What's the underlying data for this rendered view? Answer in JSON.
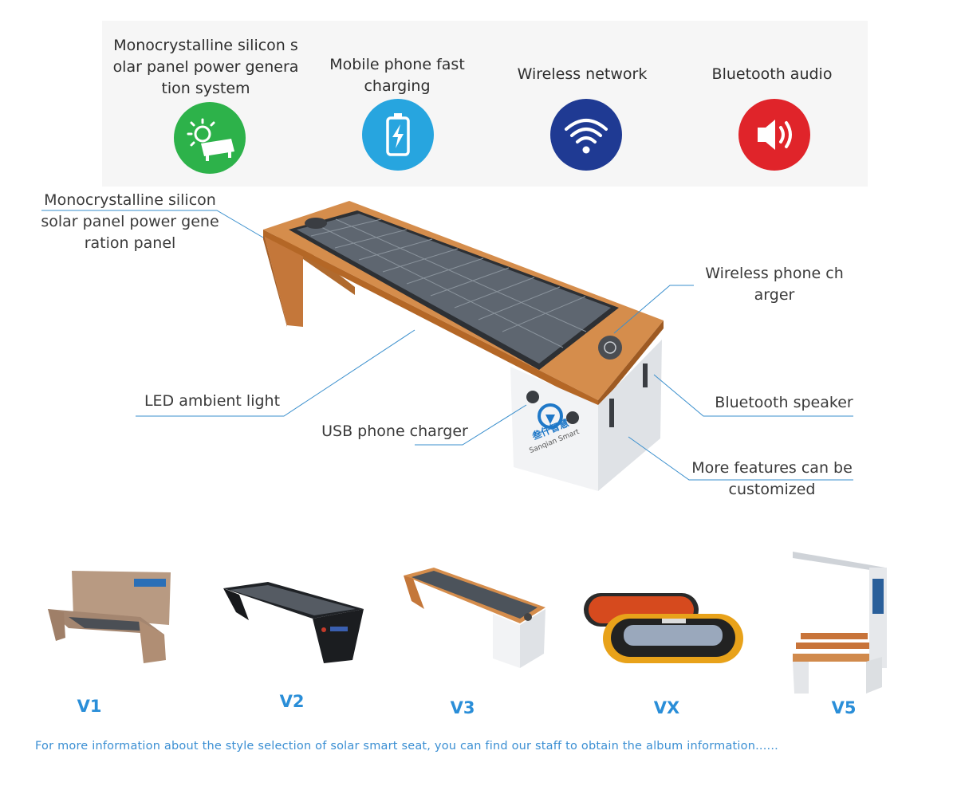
{
  "features": [
    {
      "title": "Monocrystalline silicon s olar panel power genera tion system",
      "icon": "solar-panel-icon",
      "color": "#2db24a"
    },
    {
      "title": "Mobile phone fast charging",
      "icon": "battery-charging-icon",
      "color": "#27a5df"
    },
    {
      "title": "Wireless network",
      "icon": "wifi-icon",
      "color": "#1f3a93"
    },
    {
      "title": "Bluetooth audio",
      "icon": "speaker-icon",
      "color": "#e0242a"
    }
  ],
  "callouts": {
    "solar_panel": "Monocrystalline silicon solar panel power gene ration panel",
    "wireless_charger": "Wireless phone ch arger",
    "led_light": "LED ambient light",
    "usb_charger": "USB phone charger",
    "bluetooth_speaker": "Bluetooth speaker",
    "more_features": "More features can be customized"
  },
  "brand": {
    "name_cn": "叁仟智慧",
    "name_en": "Sanqian Smart"
  },
  "variants": [
    {
      "label": "V1"
    },
    {
      "label": "V2"
    },
    {
      "label": "V3"
    },
    {
      "label": "VX"
    },
    {
      "label": "V5"
    }
  ],
  "footer": "For more information about the style selection of solar smart seat, you can find our staff to obtain the album information......"
}
